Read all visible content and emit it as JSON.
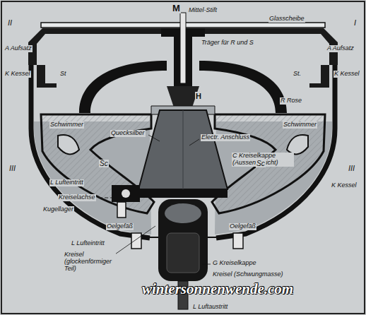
{
  "diagram": {
    "labels": [
      "M",
      "Mittel-Stift",
      "Glasscheibe",
      "II",
      "I",
      "Träger für R und S",
      "A Aufsatz",
      "A Aufsatz",
      "St",
      "K Kessel",
      "St.",
      "K Kessel",
      "H",
      "R Rose",
      "Quecksilber",
      "Electr. Anschluss",
      "Schwimmer",
      "Schwimmer",
      "C Kreiselkappe (Aussenansicht)",
      "Sc",
      "Sc",
      "III",
      "III",
      "K Kessel",
      "L Lufteintritt",
      "Kreiselachse",
      "Kugellager",
      "Oelgefäß",
      "Oelgefäß",
      "L Lufteintritt",
      "Kreisel (glockenförmiger Teil)",
      "G Kreiselkappe",
      "Kreisel (Schwungmasse)",
      "L Luftaustritt",
      "wintersonnenwende.com"
    ]
  }
}
